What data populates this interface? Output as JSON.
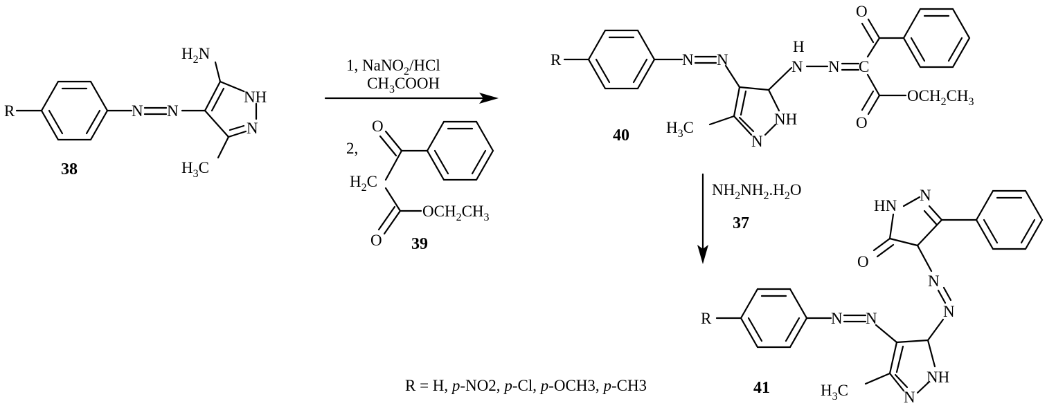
{
  "atoms": {
    "R": "R",
    "N": "N",
    "NH": "NH",
    "NH_left": "HN",
    "H": "H",
    "C": "C",
    "O": "O",
    "H2N": {
      "main": "H",
      "sub": "2",
      "tail": "N"
    },
    "H3C": {
      "main": "H",
      "sub": "3",
      "tail": "C"
    },
    "H2C": {
      "main": "H",
      "sub": "2",
      "tail": "C"
    },
    "OCH2CH3": {
      "a": "OCH",
      "s1": "2",
      "b": "CH",
      "s2": "3"
    }
  },
  "compound_numbers": {
    "c38": "38",
    "c39": "39",
    "c40": "40",
    "c41": "41",
    "c37": "37"
  },
  "reagents": {
    "step1_a": "1, NaNO",
    "step1_a_sub": "2",
    "step1_a_tail": "/HCl",
    "step1_b": "CH",
    "step1_b_sub": "3",
    "step1_b_tail": "COOH",
    "step2_label": "2,",
    "hydrazine": {
      "a": "NH",
      "s1": "2",
      "b": "NH",
      "s2": "2",
      "c": ".H",
      "s3": "2",
      "d": "O"
    }
  },
  "substituents_note": {
    "prefix": "R = H, ",
    "p": "p",
    "items": [
      "-NO2, ",
      "-Cl, ",
      "-OCH3, ",
      "-CH3"
    ]
  }
}
